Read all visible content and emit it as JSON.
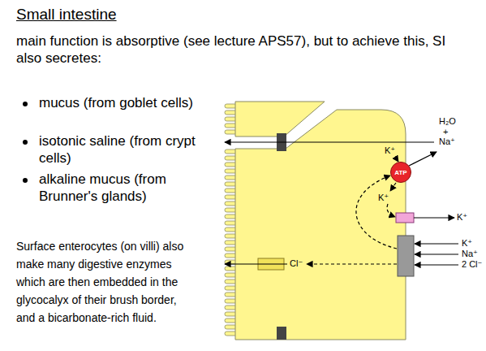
{
  "diagram": {
    "title": "Small intestine",
    "nodes": [
      {
        "text": [
          "ATP"
        ]
      }
    ],
    "labels": [
      "main function is absorptive (see lecture APS57), but to achieve this, SI also secretes:",
      "mucus (from goblet cells)",
      "isotonic saline (from crypt cells)",
      "alkaline mucus (from Brunner's glands)",
      "Surface enterocytes (on villi) also make many digestive enzymes which are then embedded in the glycocalyx of their brush border, and a bicarbonate-rich fluid.",
      "H₂O",
      "+",
      "Na⁺",
      "K⁺",
      "K⁺",
      "K⁺",
      "K⁺",
      "Na⁺",
      "2 Cl⁻",
      "Cl⁻"
    ]
  }
}
